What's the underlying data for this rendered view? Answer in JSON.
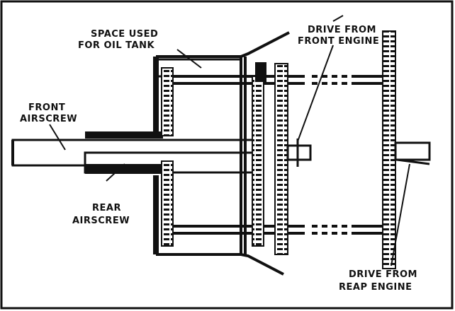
{
  "labels": {
    "space_oil_1": "SPACE USED",
    "space_oil_2": "FOR OIL TANK",
    "drive_front_1": "DRIVE FROM",
    "drive_front_2": "FRONT ENGINE",
    "front_airscrew_1": "FRONT",
    "front_airscrew_2": "AIRSCREW",
    "rear_airscrew_1": "REAR",
    "rear_airscrew_2": "AIRSCREW",
    "drive_rear_1": "DRIVE FROM",
    "drive_rear_2": "REAP ENGINE"
  },
  "colors": {
    "ink": "#111111",
    "paper": "#ffffff"
  }
}
